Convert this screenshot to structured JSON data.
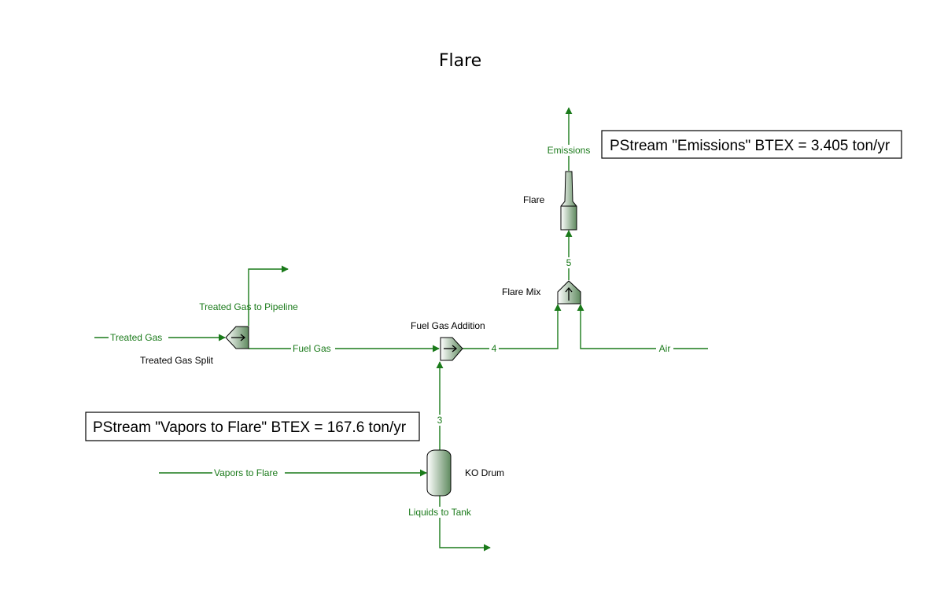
{
  "title": "Flare",
  "colors": {
    "stream": "#1a7a1a",
    "equipment_light": "#ffffff",
    "equipment_dark": "#5f8a5f",
    "text": "#000000"
  },
  "streams": {
    "treated_gas": "Treated Gas",
    "treated_gas_to_pipeline": "Treated Gas to Pipeline",
    "fuel_gas": "Fuel Gas",
    "stream_4": "4",
    "air": "Air",
    "stream_5": "5",
    "emissions": "Emissions",
    "stream_3": "3",
    "vapors_to_flare": "Vapors to Flare",
    "liquids_to_tank": "Liquids to Tank"
  },
  "equipment": {
    "treated_gas_split": "Treated Gas Split",
    "fuel_gas_addition": "Fuel Gas Addition",
    "flare_mix": "Flare Mix",
    "flare": "Flare",
    "ko_drum": "KO Drum"
  },
  "callouts": {
    "emissions": "PStream \"Emissions\" BTEX = 3.405 ton/yr",
    "vapors_to_flare": "PStream \"Vapors to Flare\" BTEX = 167.6 ton/yr"
  }
}
